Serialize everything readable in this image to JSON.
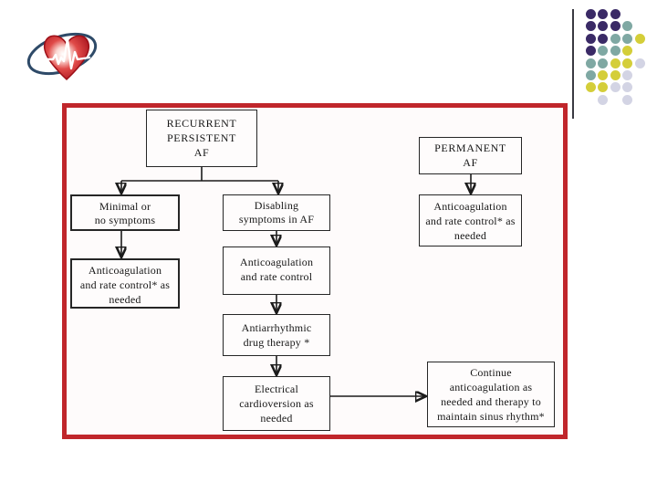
{
  "slide": {
    "background_color": "#ffffff",
    "frame_border_color": "#c0262b",
    "divider_color": "#3a3a42",
    "edge_line_color": "#1b1b1b",
    "logo": "heart-with-ecg-and-blue-swoosh"
  },
  "dots_pattern": {
    "colors": {
      "P": "#3a2a66",
      "T": "#7fa8a3",
      "Y": "#d4ce39",
      "L": "#d3d4e4"
    },
    "grid": [
      "PPP..",
      "PPPT.",
      "PPTTY",
      "PTTY.",
      "TTYYL",
      "TYYL.",
      "YYLL.",
      ".L.L."
    ]
  },
  "flowchart": {
    "nodes": {
      "recurrent": {
        "text": "RECURRENT\nPERSISTENT\nAF"
      },
      "permanent": {
        "text": "PERMANENT\nAF"
      },
      "minimal": {
        "text": "Minimal or\nno symptoms"
      },
      "disabling": {
        "text": "Disabling\nsymptoms in AF"
      },
      "anticoag_left": {
        "text": "Anticoagulation\nand rate control* as\nneeded"
      },
      "anticoag_mid": {
        "text": "Anticoagulation\nand rate control"
      },
      "antiarrhythmic": {
        "text": "Antiarrhythmic\ndrug therapy *"
      },
      "cardioversion": {
        "text": "Electrical\ncardioversion as\nneeded"
      },
      "continue_box": {
        "text": "Continue\nanticoagulation as\nneeded and therapy to\nmaintain sinus rhythm*"
      },
      "anticoag_right": {
        "text": "Anticoagulation\nand rate control* as\nneeded"
      }
    },
    "edges": [
      {
        "from": "recurrent",
        "to": "minimal"
      },
      {
        "from": "recurrent",
        "to": "disabling"
      },
      {
        "from": "minimal",
        "to": "anticoag_left"
      },
      {
        "from": "disabling",
        "to": "anticoag_mid"
      },
      {
        "from": "anticoag_mid",
        "to": "antiarrhythmic"
      },
      {
        "from": "antiarrhythmic",
        "to": "cardioversion"
      },
      {
        "from": "cardioversion",
        "to": "continue_box"
      },
      {
        "from": "permanent",
        "to": "anticoag_right"
      }
    ]
  }
}
